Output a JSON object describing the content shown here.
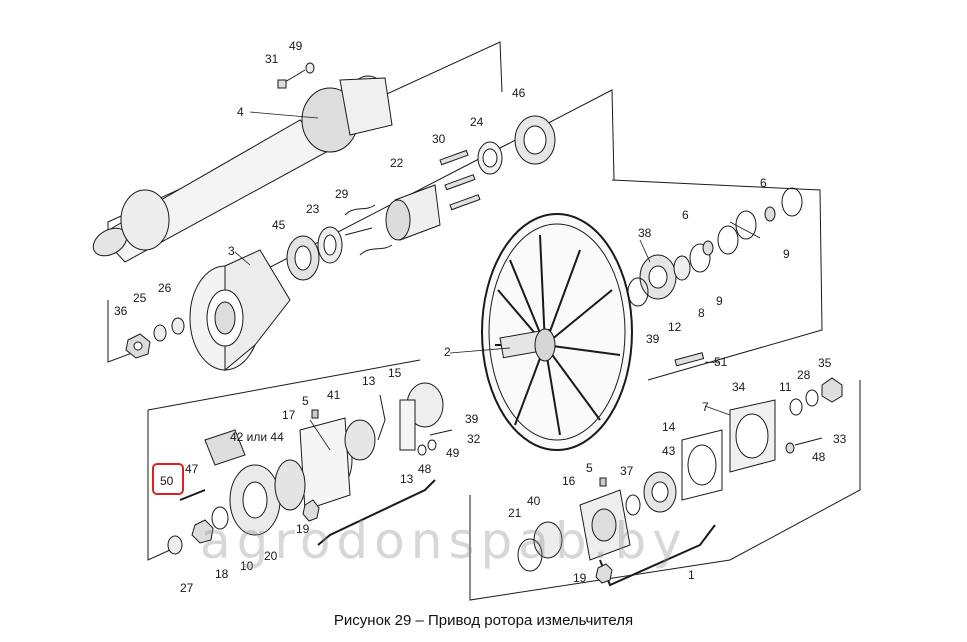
{
  "caption": "Рисунок 29 – Привод ротора измельчителя",
  "watermark": "agrodonspab.by",
  "highlight_color": "#e02020",
  "labels": {
    "l49a": "49",
    "l31": "31",
    "l4": "4",
    "l46": "46",
    "l30": "30",
    "l24": "24",
    "l22": "22",
    "l29": "29",
    "l3": "3",
    "l45": "45",
    "l23": "23",
    "l25": "25",
    "l26": "26",
    "l36": "36",
    "l6a": "6",
    "l6b": "6",
    "l38": "38",
    "l9a": "9",
    "l9b": "9",
    "l8": "8",
    "l12": "12",
    "l39a": "39",
    "l2": "2",
    "l51": "51",
    "l35": "35",
    "l28": "28",
    "l11": "11",
    "l34": "34",
    "l7": "7",
    "l14": "14",
    "l33": "33",
    "l48a": "48",
    "l43": "43",
    "l37": "37",
    "l5a": "5",
    "l16": "16",
    "l40": "40",
    "l21": "21",
    "l19a": "19",
    "l1": "1",
    "l15": "15",
    "l13a": "13",
    "l41": "41",
    "l5b": "5",
    "l17": "17",
    "l42": "42 или 44",
    "l47": "47",
    "l50": "50",
    "l39b": "39",
    "l32": "32",
    "l49b": "49",
    "l48b": "48",
    "l13b": "13",
    "l19b": "19",
    "l20": "20",
    "l10": "10",
    "l18": "18",
    "l27": "27"
  }
}
